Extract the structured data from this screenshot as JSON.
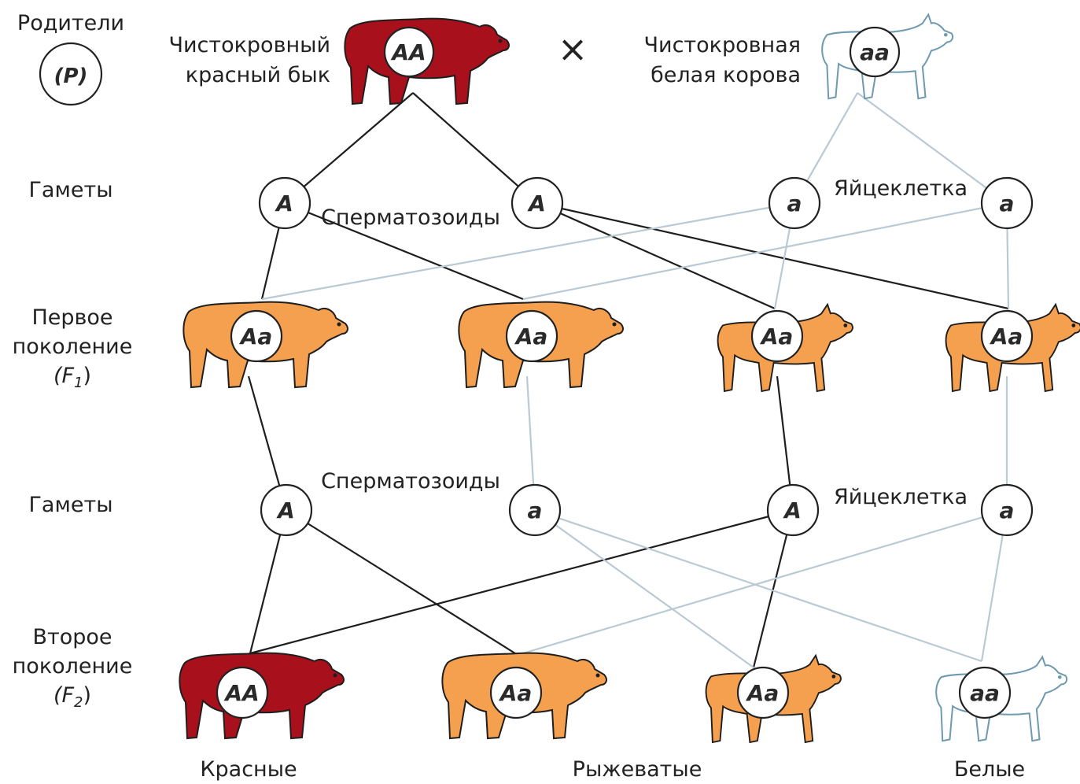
{
  "colors": {
    "red": "#a8101c",
    "roan": "#f5a04f",
    "white_outline": "#6f9ab0",
    "black_line": "#1e1e1e",
    "blue_line": "#b9cad4"
  },
  "rows": {
    "parents": "Родители",
    "parents_symbol": "(P)",
    "gametes_1": "Гаметы",
    "f1_line1": "Первое",
    "f1_line2": "поколение",
    "f1_line3": "(F",
    "f1_sub": "1",
    "f1_close": ")",
    "gametes_2": "Гаметы",
    "f2_line1": "Второе",
    "f2_line2": "поколение",
    "f2_line3": "(F",
    "f2_sub": "2",
    "f2_close": ")"
  },
  "parents": {
    "bull_line1": "Чистокровный",
    "bull_line2": "красный бык",
    "bull_genotype": "AA",
    "cross": "×",
    "cow_line1": "Чистокровная",
    "cow_line2": "белая корова",
    "cow_genotype": "aa"
  },
  "gametes_1": {
    "sperm_label": "Сперматозоиды",
    "egg_label": "Яйцеклетка",
    "items": [
      "A",
      "A",
      "a",
      "a"
    ]
  },
  "f1": {
    "items": [
      "Aa",
      "Aa",
      "Aa",
      "Aa"
    ]
  },
  "gametes_2": {
    "sperm_label": "Сперматозоиды",
    "egg_label": "Яйцеклетка",
    "items": [
      "A",
      "a",
      "A",
      "a"
    ]
  },
  "f2": {
    "items": [
      "AA",
      "Aa",
      "Aa",
      "aa"
    ],
    "labels": {
      "red": "Красные",
      "roan": "Рыжеватые",
      "white": "Белые"
    }
  }
}
